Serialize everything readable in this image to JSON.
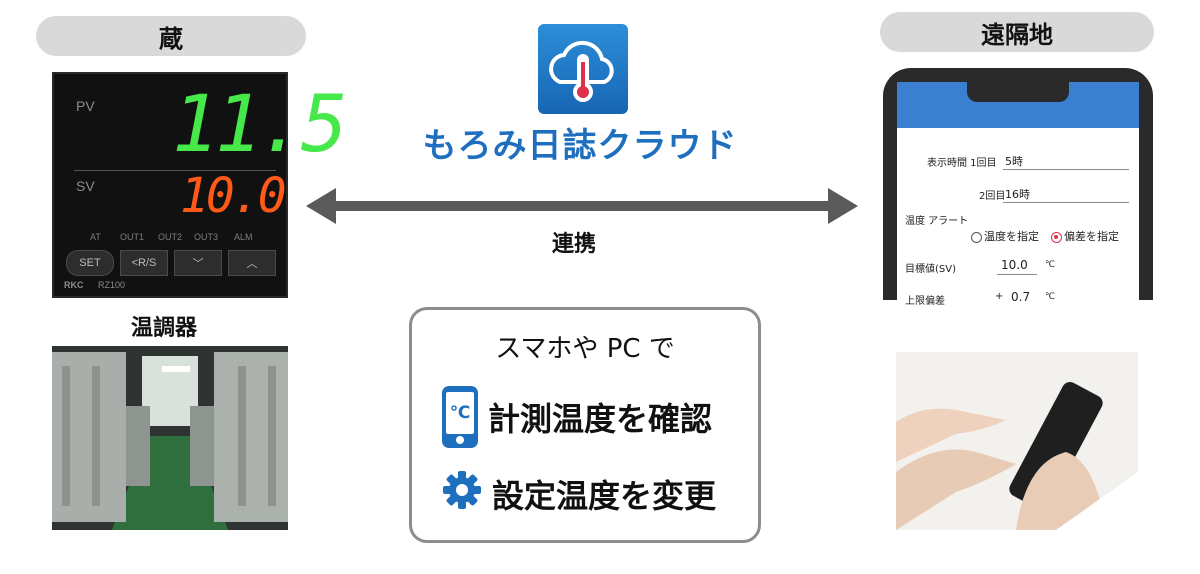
{
  "left": {
    "header": "蔵",
    "controller": {
      "pv_label": "PV",
      "pv_value": "11.5",
      "sv_label": "SV",
      "sv_value": "10.0",
      "leds": [
        "AT",
        "OUT1",
        "OUT2",
        "OUT3",
        "ALM"
      ],
      "buttons": [
        "SET",
        "<R/S",
        "﹀",
        "︿"
      ],
      "brand": "RKC",
      "model": "RZ100"
    },
    "caption": "温調器"
  },
  "center": {
    "app_name": "もろみ日誌クラウド",
    "link_label": "連携",
    "feature_box": {
      "title": "スマホや PC で",
      "item1_icon_text": "℃",
      "item1": "計測温度を確認",
      "item2": "設定温度を変更"
    }
  },
  "right": {
    "header": "遠隔地",
    "phone": {
      "row1_label": "表示時間 1回目",
      "row1_value": "5時",
      "row2_label": "2回目",
      "row2_value": "16時",
      "alert_label": "温度 アラート",
      "option1": "温度を指定",
      "option2": "偏差を指定",
      "target_label": "目標値(SV)",
      "target_value": "10.0",
      "unit": "℃",
      "upper_label": "上限偏差",
      "upper_sign": "+",
      "upper_value": "0.7"
    }
  },
  "colors": {
    "brand_blue": "#1f6fbf",
    "arrow_gray": "#5a5a5a",
    "pv_green": "#47e84a",
    "sv_orange": "#ff5a1a",
    "radio_selected": "#e0314b"
  }
}
